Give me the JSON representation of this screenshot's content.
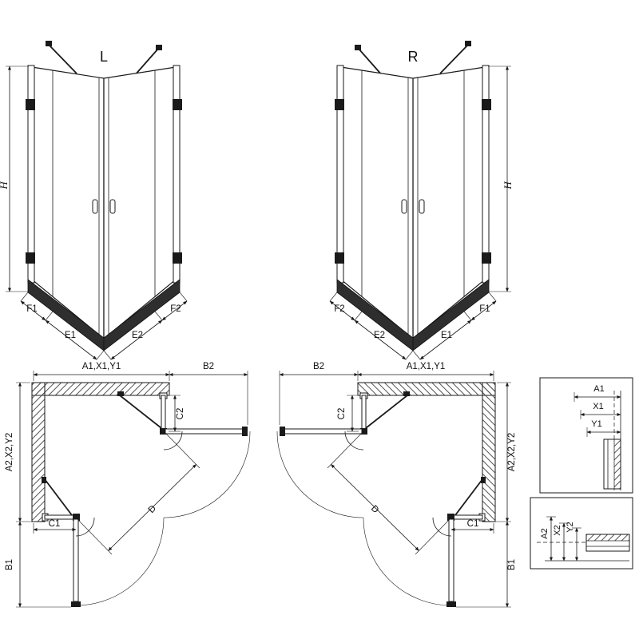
{
  "colors": {
    "line": "#1a1a1a",
    "tray": "#2e2e2e",
    "background": "#ffffff"
  },
  "views": {
    "perspective_left": {
      "variant_label": "L",
      "height_label": "H",
      "fixed_left": "F1",
      "door_left": "E1",
      "door_right": "E2",
      "fixed_right": "F2"
    },
    "perspective_right": {
      "variant_label": "R",
      "height_label": "H",
      "fixed_left": "F2",
      "door_left": "E2",
      "door_right": "E1",
      "fixed_right": "F1"
    },
    "plan_left": {
      "top_width": "A1,X1,Y1",
      "door_extension_top": "B2",
      "fixed_top_depth": "C2",
      "side_depth": "A2,X2,Y2",
      "door_extension_side": "B1",
      "fixed_side_width": "C1",
      "diagonal": "D"
    },
    "plan_right": {
      "top_width": "A1,X1,Y1",
      "door_extension_top": "B2",
      "fixed_top_depth": "C2",
      "side_depth": "A2,X2,Y2",
      "door_extension_side": "B1",
      "fixed_side_width": "C1",
      "diagonal": "D"
    },
    "detail_top": {
      "dims": [
        "A1",
        "X1",
        "Y1"
      ]
    },
    "detail_bottom": {
      "dims": [
        "A2",
        "X2",
        "Y2"
      ]
    }
  }
}
